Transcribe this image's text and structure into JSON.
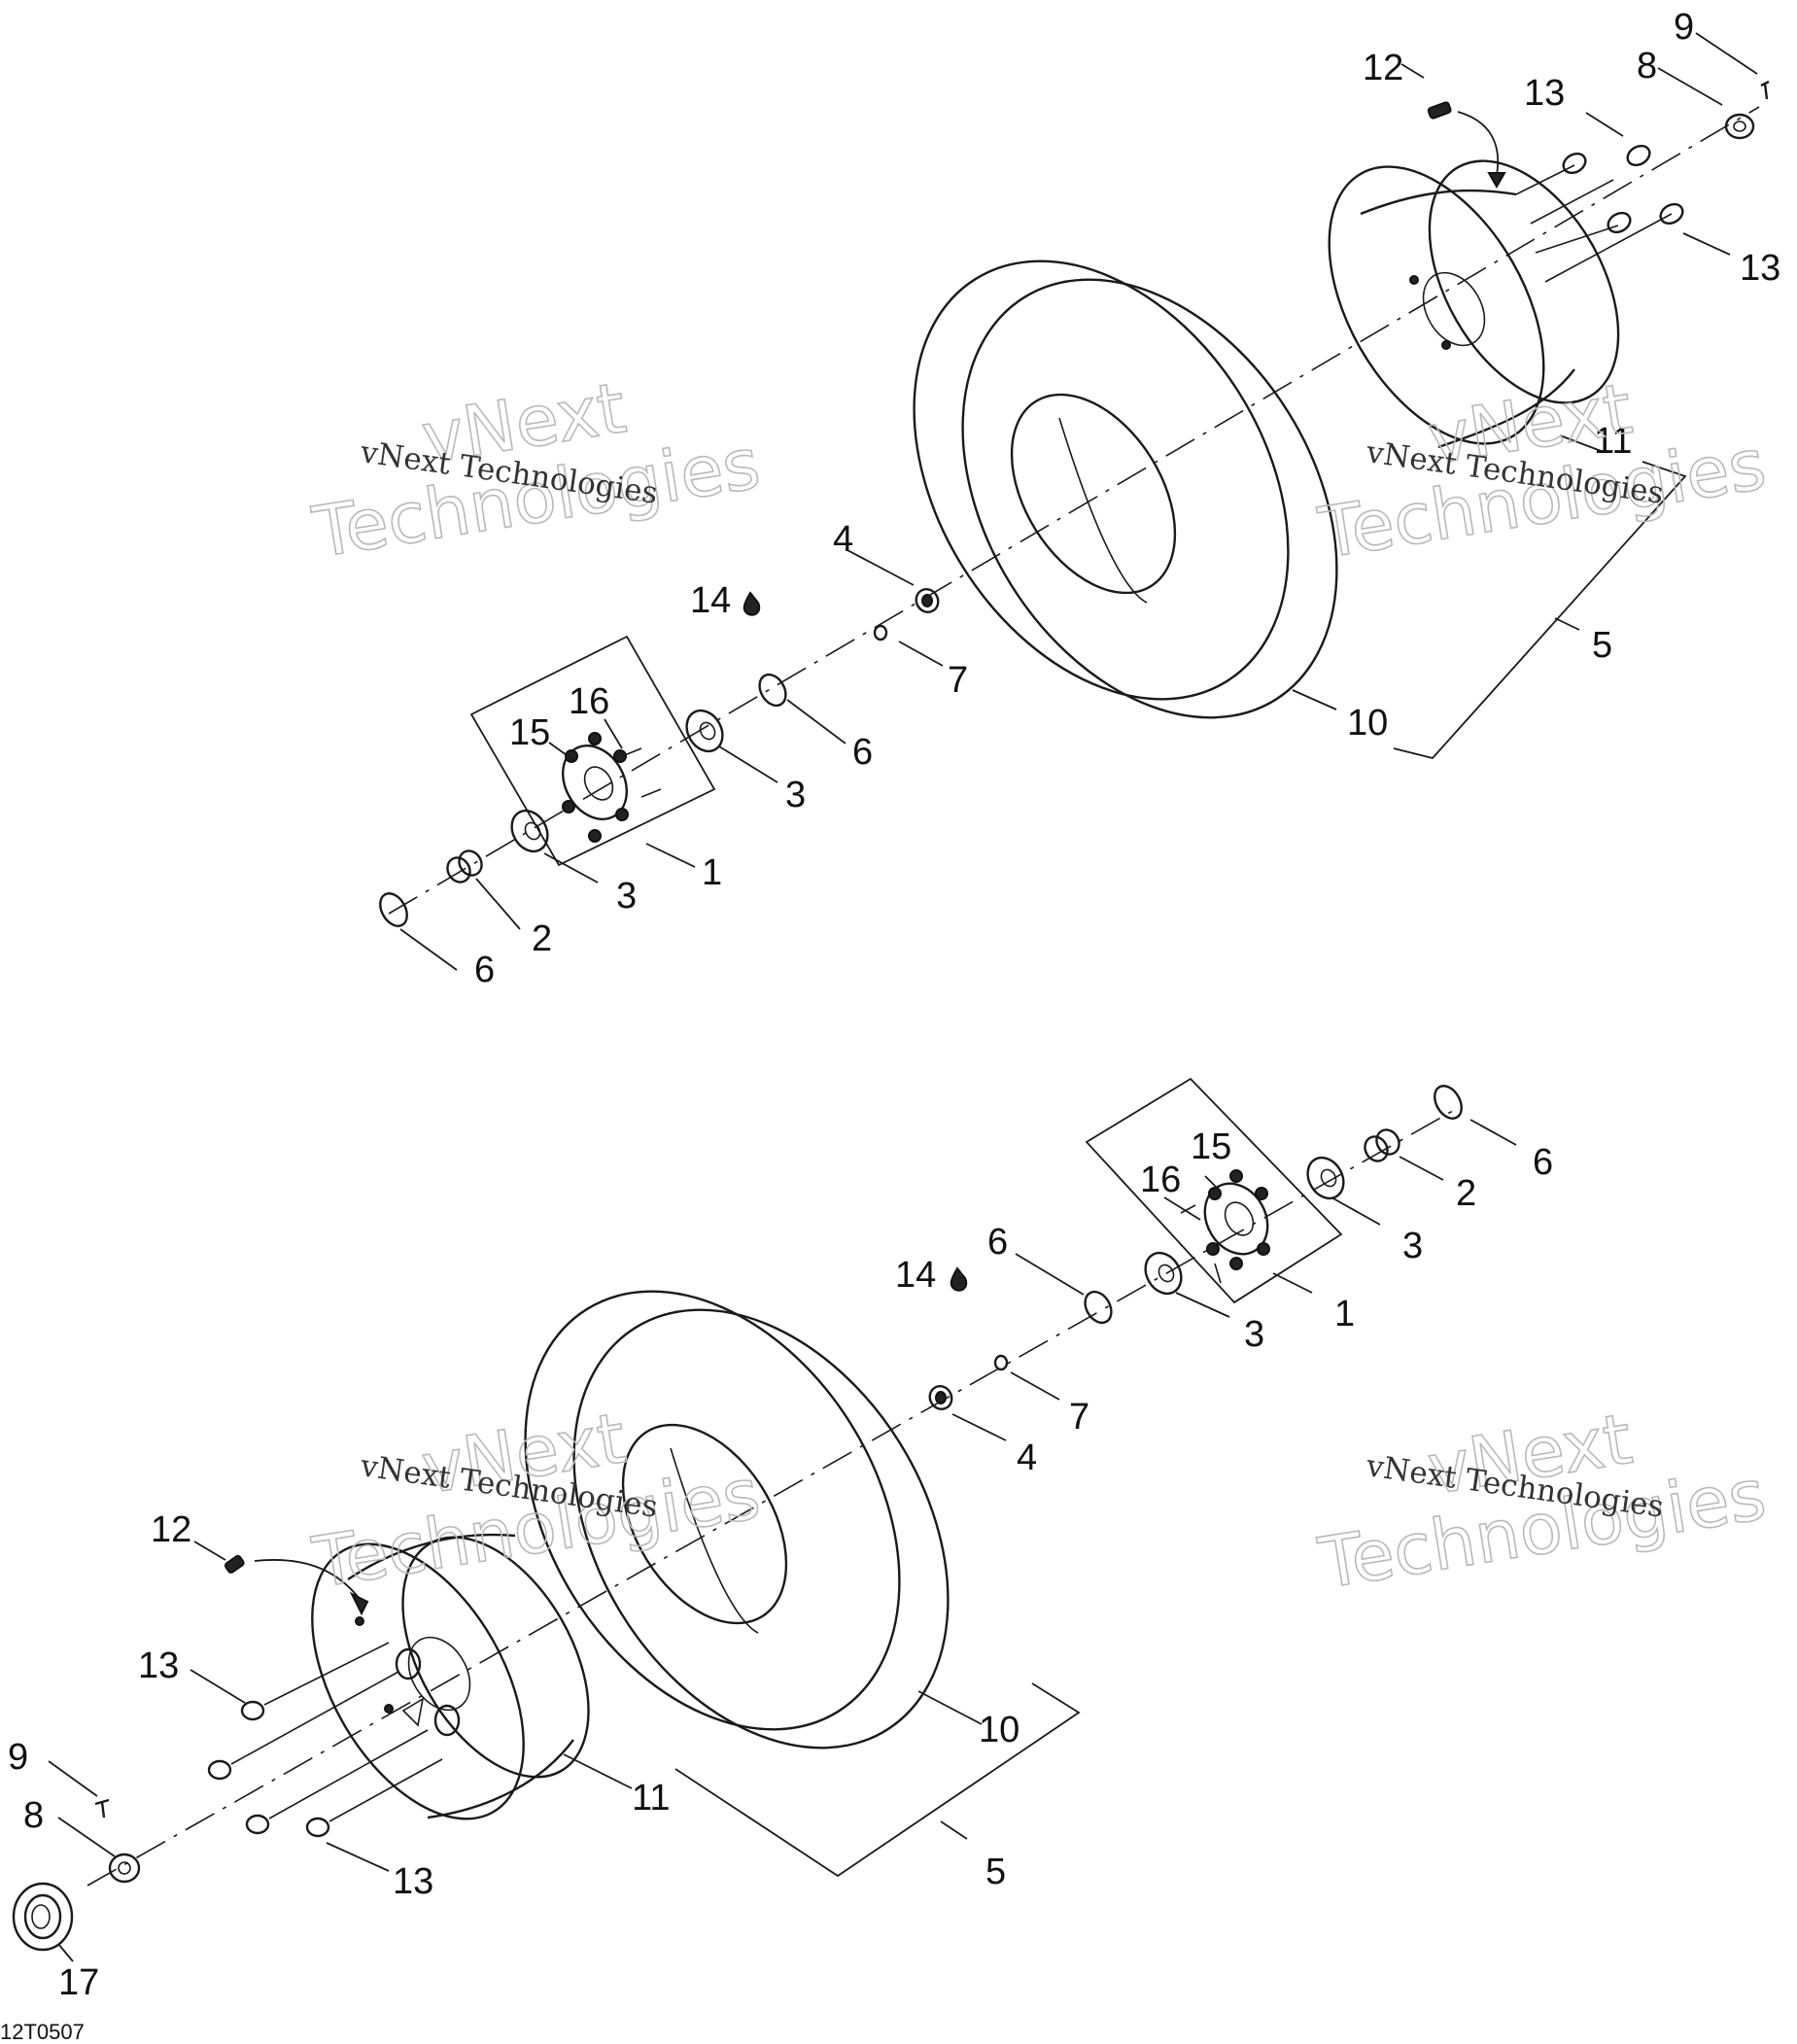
{
  "diagram": {
    "watermark_line1": "vNext Technologies",
    "watermark_line2": "vNext",
    "watermark_line3": "Technologies",
    "drawing_code": "12T0507",
    "callouts": {
      "n1": "1",
      "n2": "2",
      "n3": "3",
      "n4": "4",
      "n5": "5",
      "n6": "6",
      "n7": "7",
      "n8": "8",
      "n9": "9",
      "n10": "10",
      "n11": "11",
      "n12": "12",
      "n13": "13",
      "n14": "14",
      "n15": "15",
      "n16": "16",
      "n17": "17"
    }
  }
}
